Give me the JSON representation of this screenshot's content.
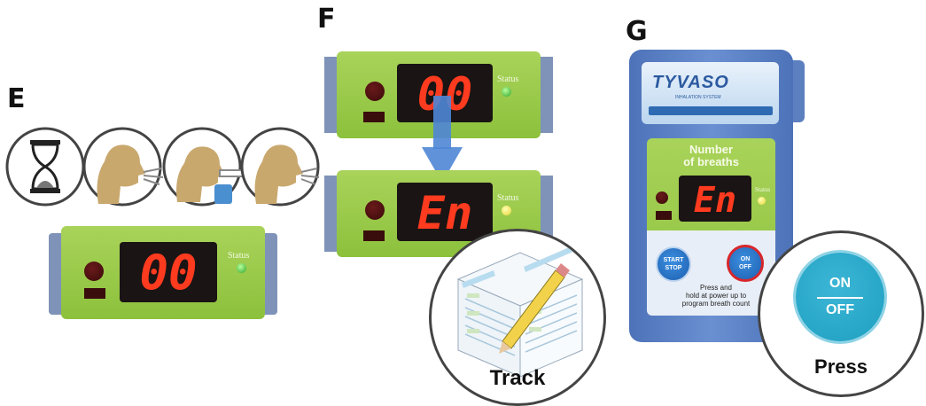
{
  "steps": {
    "e": {
      "letter": "E",
      "display": "00",
      "status": "Status"
    },
    "f": {
      "letter": "F",
      "display_top": "00",
      "display_bottom": "En",
      "status": "Status",
      "track_label": "Track"
    },
    "g": {
      "letter": "G",
      "brand": "TYVASO",
      "brand_sub": "INHALATION SYSTEM",
      "number_of_breaths_line1": "Number",
      "number_of_breaths_line2": "of breaths",
      "display": "En",
      "status": "Status",
      "start_stop_line1": "START",
      "start_stop_line2": "STOP",
      "on_off_line1": "ON",
      "on_off_line2": "OFF",
      "instruction_line1": "Press and",
      "instruction_line2": "hold at power up to",
      "instruction_line3": "program breath count",
      "zoom_on": "ON",
      "zoom_off": "OFF",
      "press_label": "Press"
    }
  },
  "colors": {
    "panel_green": "#8cc13c",
    "device_blue": "#5a82c8",
    "led_red": "#ff3b1f",
    "button_teal": "#1e9fc0",
    "highlight_red": "#d8262b"
  }
}
